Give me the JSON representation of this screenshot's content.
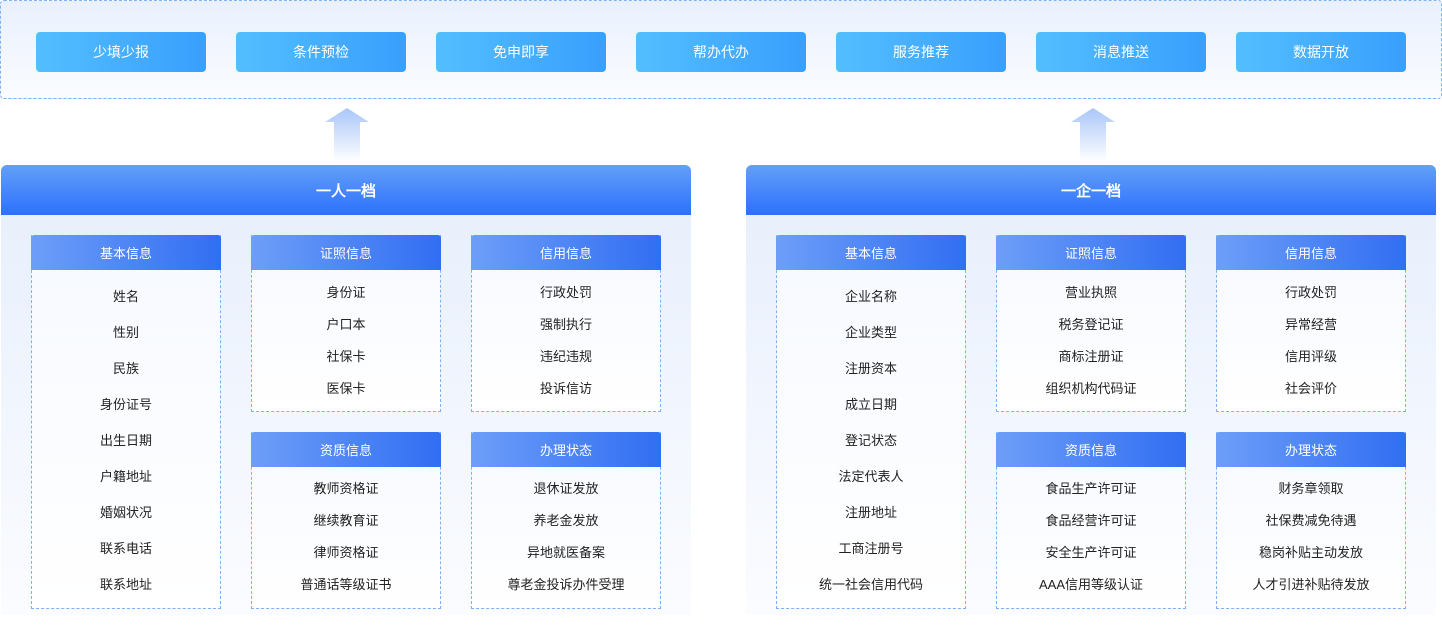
{
  "services": [
    "少填少报",
    "条件预检",
    "免申即享",
    "帮办代办",
    "服务推荐",
    "消息推送",
    "数据开放"
  ],
  "panels": [
    {
      "title": "一人一档",
      "cards": [
        {
          "title": "基本信息",
          "items": [
            "姓名",
            "性别",
            "民族",
            "身份证号",
            "出生日期",
            "户籍地址",
            "婚姻状况",
            "联系电话",
            "联系地址"
          ]
        },
        {
          "title": "证照信息",
          "items": [
            "身份证",
            "户口本",
            "社保卡",
            "医保卡"
          ]
        },
        {
          "title": "信用信息",
          "items": [
            "行政处罚",
            "强制执行",
            "违纪违规",
            "投诉信访"
          ]
        },
        {
          "title": "资质信息",
          "items": [
            "教师资格证",
            "继续教育证",
            "律师资格证",
            "普通话等级证书"
          ]
        },
        {
          "title": "办理状态",
          "items": [
            "退休证发放",
            "养老金发放",
            "异地就医备案",
            "尊老金投诉办件受理"
          ]
        }
      ]
    },
    {
      "title": "一企一档",
      "cards": [
        {
          "title": "基本信息",
          "items": [
            "企业名称",
            "企业类型",
            "注册资本",
            "成立日期",
            "登记状态",
            "法定代表人",
            "注册地址",
            "工商注册号",
            "统一社会信用代码"
          ]
        },
        {
          "title": "证照信息",
          "items": [
            "营业执照",
            "税务登记证",
            "商标注册证",
            "组织机构代码证"
          ]
        },
        {
          "title": "信用信息",
          "items": [
            "行政处罚",
            "异常经营",
            "信用评级",
            "社会评价"
          ]
        },
        {
          "title": "资质信息",
          "items": [
            "食品生产许可证",
            "食品经营许可证",
            "安全生产许可证",
            "AAA信用等级认证"
          ]
        },
        {
          "title": "办理状态",
          "items": [
            "财务章领取",
            "社保费减免待遇",
            "稳岗补贴主动发放",
            "人才引进补贴待发放"
          ]
        }
      ]
    }
  ]
}
